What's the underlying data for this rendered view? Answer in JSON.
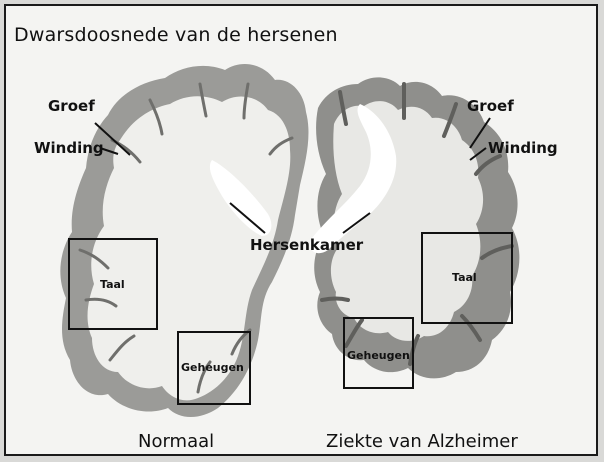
{
  "title": "Dwarsdoosnede van de hersenen",
  "labels": {
    "groef_left": "Groef",
    "winding_left": "Winding",
    "groef_right": "Groef",
    "winding_right": "Winding",
    "hersenkamer": "Hersenkamer",
    "taal_left": "Taal",
    "geheugen_left": "Geheugen",
    "taal_right": "Taal",
    "geheugen_right": "Geheugen"
  },
  "captions": {
    "normal": "Normaal",
    "alzheimer": "Ziekte van Alzheimer"
  },
  "colors": {
    "white_matter": "#efefec",
    "gray_matter": "#9b9b98",
    "dark_cortex": "#7d7d7a",
    "ventricle": "#ffffff"
  }
}
